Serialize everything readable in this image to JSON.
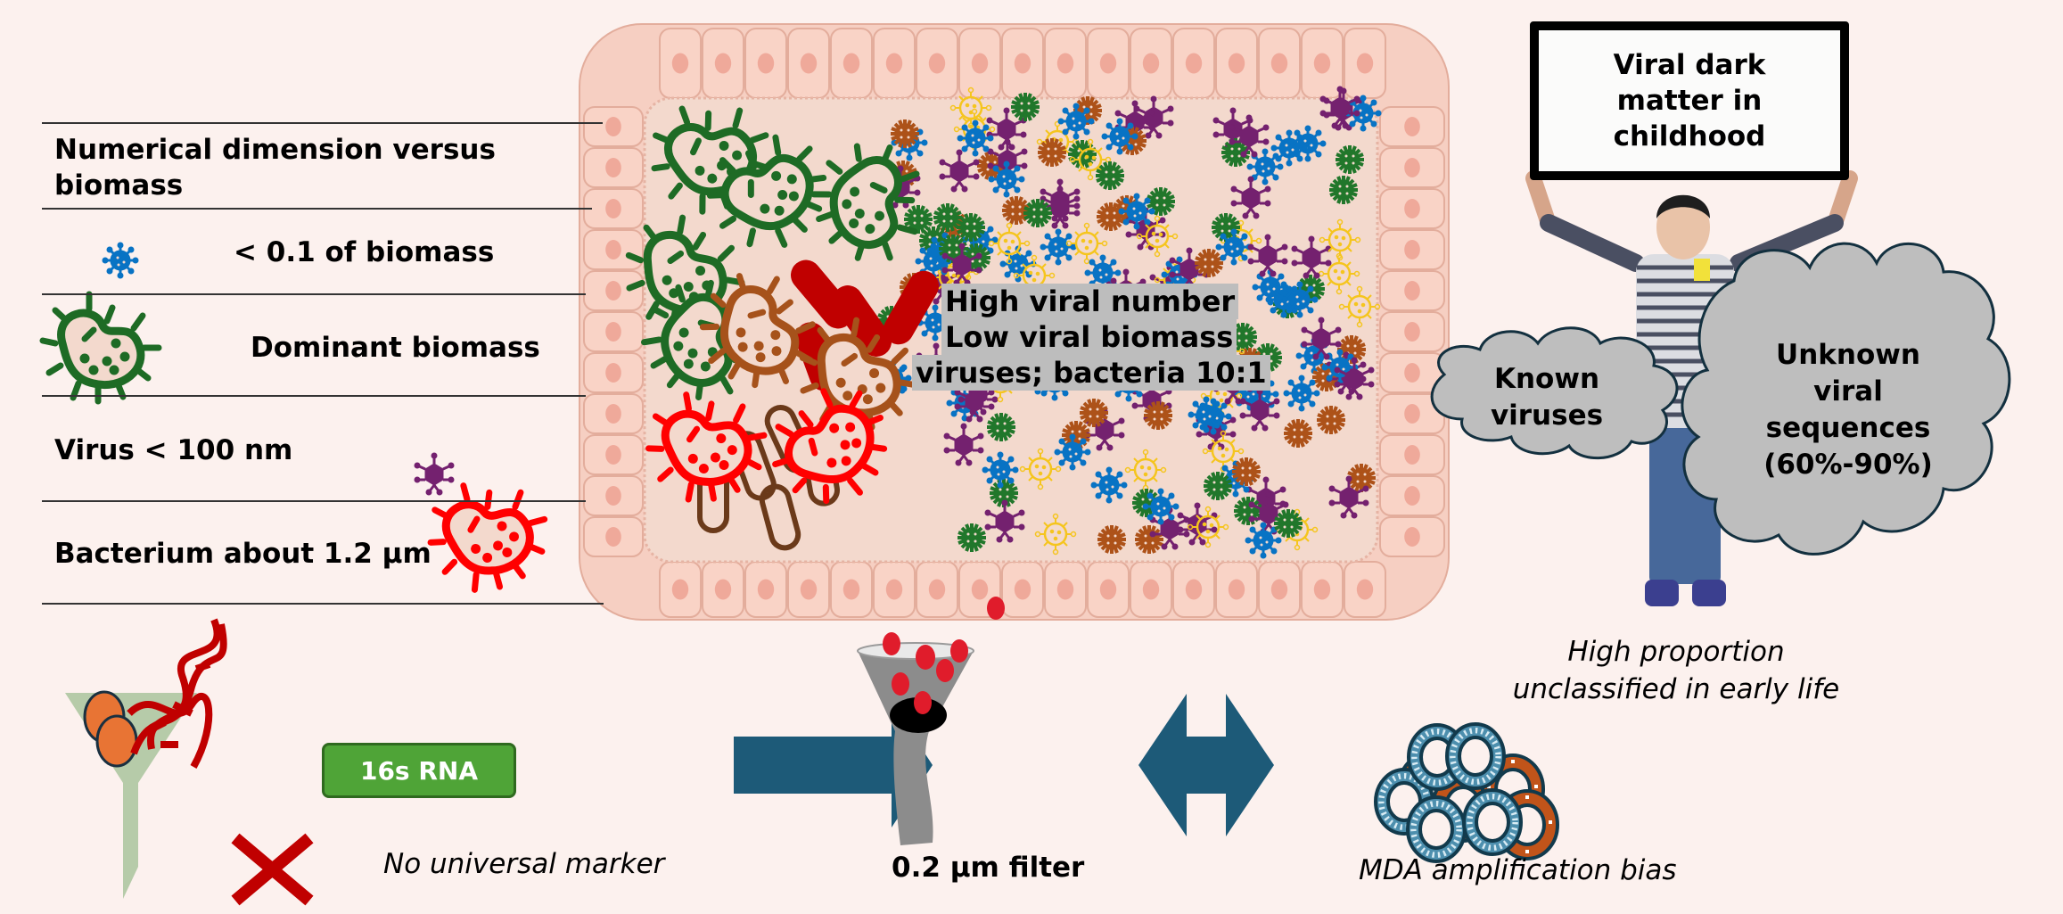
{
  "legend": {
    "heading": "Numerical dimension versus biomass",
    "rows": [
      {
        "icon": "blue-virus-icon",
        "label": "< 0.1 of biomass"
      },
      {
        "icon": "green-bacterium-icon",
        "label": "Dominant biomass"
      },
      {
        "icon": "purple-virus-icon",
        "label": "Virus < 100 nm"
      },
      {
        "icon": "red-bacterium-icon",
        "label": "Bacterium about 1.2 µm"
      }
    ]
  },
  "gut": {
    "label_lines": [
      "High viral number",
      "Low viral biomass",
      "viruses; bacteria 10:1"
    ]
  },
  "child": {
    "sign_text": "Viral dark matter in childhood",
    "known_cloud": "Known viruses",
    "unknown_cloud": "Unknown viral sequences (60%-90%)",
    "caption_lines": [
      "High proportion",
      "unclassified in early life"
    ]
  },
  "methods": {
    "marker_tag": "16s RNA",
    "marker_caption": "No universal marker",
    "filter_caption": "0.2 µm filter",
    "mda_caption": "MDA amplification bias"
  },
  "colors": {
    "background": "#fcf1ee",
    "tissue_cell": "#f9d3c6",
    "tissue_nucleus": "#efa99a",
    "lumen": "#f3d9cd",
    "bacterium_green": "#1e6b25",
    "bacterium_brown": "#a6521b",
    "bacterium_red": "#ff0000",
    "virus_blue": "#0873c4",
    "virus_purple": "#74216f",
    "virus_green": "#21772b",
    "virus_orange": "#ad5219",
    "virus_yellow": "#f5c51e",
    "arrow": "#1d5a78",
    "cloud": "#bebebe",
    "rna_box": "#4fa437",
    "cross": "#c00000"
  }
}
